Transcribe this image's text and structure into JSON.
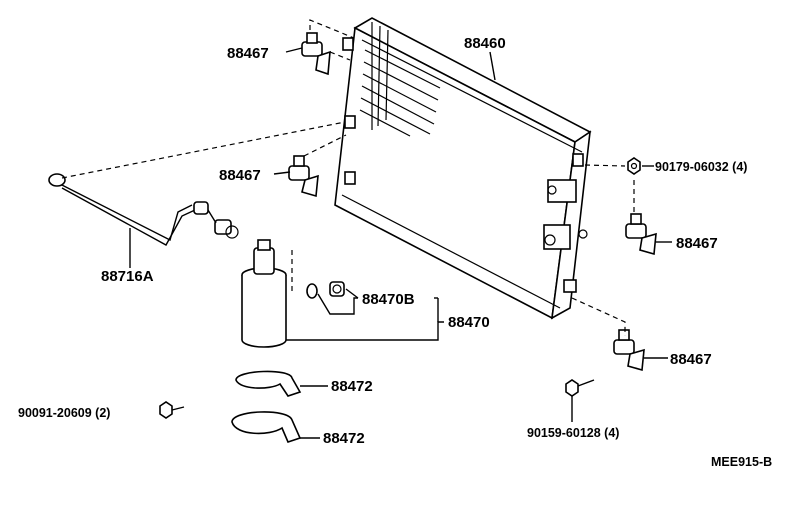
{
  "diagram": {
    "code": "MEE915-B",
    "labels": {
      "condenser": "88460",
      "cushion_top": "88467",
      "cushion_mid": "88467",
      "cushion_right": "88467",
      "cushion_bottom": "88467",
      "nut": "90179-06032 (4)",
      "pipe": "88716A",
      "receiver_part": "88470B",
      "receiver": "88470",
      "bracket_upper": "88472",
      "bracket_lower": "88472",
      "bolt_left": "90091-20609 (2)",
      "bolt_right": "90159-60128 (4)"
    }
  }
}
